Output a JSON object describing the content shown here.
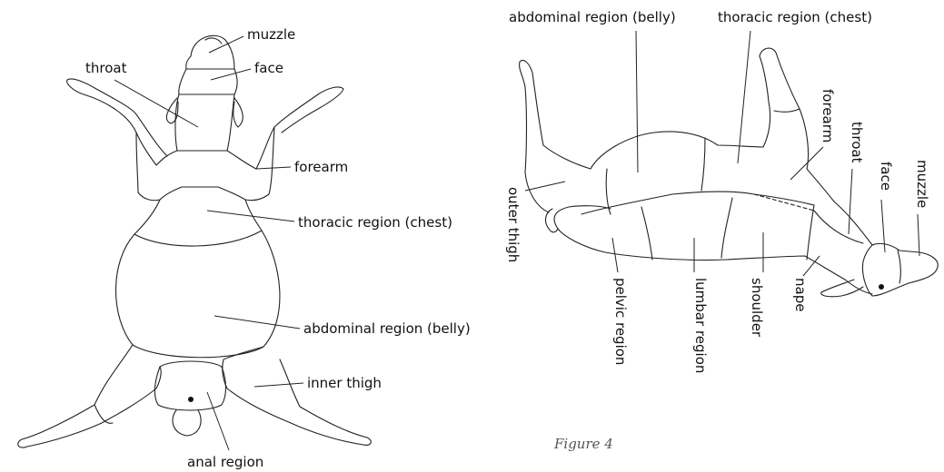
{
  "left_view": {
    "labels": {
      "muzzle": "muzzle",
      "throat": "throat",
      "face": "face",
      "forearm": "forearm",
      "thoracic": "thoracic region (chest)",
      "abdominal": "abdominal region (belly)",
      "inner_thigh": "inner thigh",
      "anal": "anal region"
    }
  },
  "right_view": {
    "labels": {
      "abdominal": "abdominal region (belly)",
      "thoracic": "thoracic region (chest)",
      "forearm": "forearm",
      "throat": "throat",
      "face": "face",
      "muzzle": "muzzle",
      "outer_thigh": "outer thigh",
      "pelvic": "pelvic region",
      "lumbar": "lumbar region",
      "shoulder": "shoulder",
      "nape": "nape"
    }
  },
  "caption": "Figure 4",
  "colors": {
    "ink": "#222222",
    "caption": "#555555"
  }
}
